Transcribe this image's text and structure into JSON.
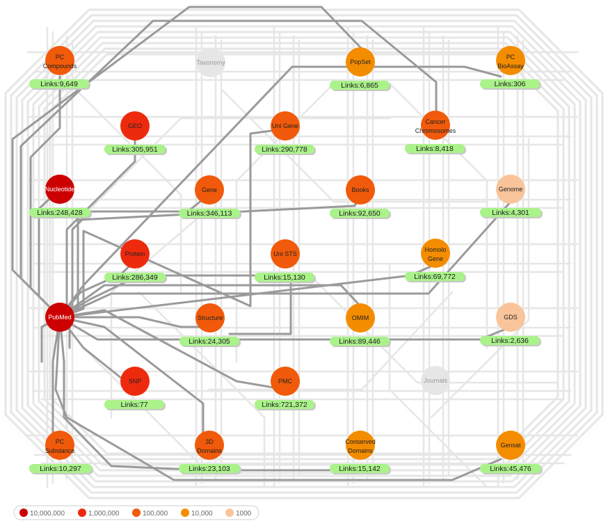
{
  "colors": {
    "ten_million": "#cc0000",
    "million": "#ee2a0e",
    "hundred_thousand": "#f05a0a",
    "ten_thousand": "#f48c00",
    "thousand": "#f9c49a",
    "inactive": "#e6e6e6",
    "badge": "#aaf28a",
    "connection": "#9a9a9a",
    "background_line": "#e6e6e6"
  },
  "legend": [
    {
      "label": "10,000,000",
      "color": "#cc0000"
    },
    {
      "label": "1,000,000",
      "color": "#ee2a0e"
    },
    {
      "label": "100,000",
      "color": "#f05a0a"
    },
    {
      "label": "10,000",
      "color": "#f48c00"
    },
    {
      "label": "1000",
      "color": "#f9c49a"
    }
  ],
  "nodes": [
    {
      "id": "pc-compounds",
      "lines": [
        "PC",
        "Compounds"
      ],
      "links": "Links:9,649",
      "color": "#f05a0a"
    },
    {
      "id": "taxonomy",
      "lines": [
        "Taxonomy"
      ],
      "links": "",
      "color": "#e6e6e6",
      "muted": true
    },
    {
      "id": "popset",
      "lines": [
        "PopSet"
      ],
      "links": "Links:6,865",
      "color": "#f48c00"
    },
    {
      "id": "pc-bioassay",
      "lines": [
        "PC",
        "BioAssay"
      ],
      "links": "Links:306",
      "color": "#f48c00"
    },
    {
      "id": "geo",
      "lines": [
        "GEO"
      ],
      "links": "Links:305,951",
      "color": "#ee2a0e"
    },
    {
      "id": "unigene",
      "lines": [
        "Uni Gene"
      ],
      "links": "Links:290,778",
      "color": "#f05a0a"
    },
    {
      "id": "cancer-chromosomes",
      "lines": [
        "Cancer",
        "Chromosomes"
      ],
      "links": "Links:8,418",
      "color": "#f05a0a"
    },
    {
      "id": "nucleotide",
      "lines": [
        "Nucleotide"
      ],
      "links": "Links:248,428",
      "color": "#cc0000",
      "light": true
    },
    {
      "id": "gene",
      "lines": [
        "Gene"
      ],
      "links": "Links:346,113",
      "color": "#f05a0a"
    },
    {
      "id": "books",
      "lines": [
        "Books"
      ],
      "links": "Links:92,650",
      "color": "#f05a0a"
    },
    {
      "id": "genome",
      "lines": [
        "Genome"
      ],
      "links": "Links:4,301",
      "color": "#f9c49a"
    },
    {
      "id": "protein",
      "lines": [
        "Protein"
      ],
      "links": "Links:286,349",
      "color": "#ee2a0e"
    },
    {
      "id": "unists",
      "lines": [
        "Uni STS"
      ],
      "links": "Links:15,130",
      "color": "#f05a0a"
    },
    {
      "id": "homologene",
      "lines": [
        "Homolo",
        "Gene"
      ],
      "links": "Links:69,772",
      "color": "#f48c00"
    },
    {
      "id": "pubmed",
      "lines": [
        "PubMed"
      ],
      "links": "",
      "color": "#cc0000",
      "light": true
    },
    {
      "id": "structure",
      "lines": [
        "Structure"
      ],
      "links": "Links:24,305",
      "color": "#f05a0a"
    },
    {
      "id": "omim",
      "lines": [
        "OMIM"
      ],
      "links": "Links:89,446",
      "color": "#f48c00"
    },
    {
      "id": "gds",
      "lines": [
        "GDS"
      ],
      "links": "Links:2,636",
      "color": "#f9c49a"
    },
    {
      "id": "snp",
      "lines": [
        "SNP"
      ],
      "links": "Links:77",
      "color": "#ee2a0e"
    },
    {
      "id": "pmc",
      "lines": [
        "PMC"
      ],
      "links": "Links:721,372",
      "color": "#f05a0a"
    },
    {
      "id": "journals",
      "lines": [
        "Journals"
      ],
      "links": "",
      "color": "#e6e6e6",
      "muted": true
    },
    {
      "id": "pc-substance",
      "lines": [
        "PC",
        "Substance"
      ],
      "links": "Links:10,297",
      "color": "#f05a0a"
    },
    {
      "id": "3d-domains",
      "lines": [
        "3D",
        "Domains"
      ],
      "links": "Links:23,103",
      "color": "#f05a0a"
    },
    {
      "id": "conserved-domains",
      "lines": [
        "Conserved",
        "Domains"
      ],
      "links": "Links:15,142",
      "color": "#f48c00"
    },
    {
      "id": "gensat",
      "lines": [
        "Gensat"
      ],
      "links": "Links:45,476",
      "color": "#f48c00"
    }
  ]
}
